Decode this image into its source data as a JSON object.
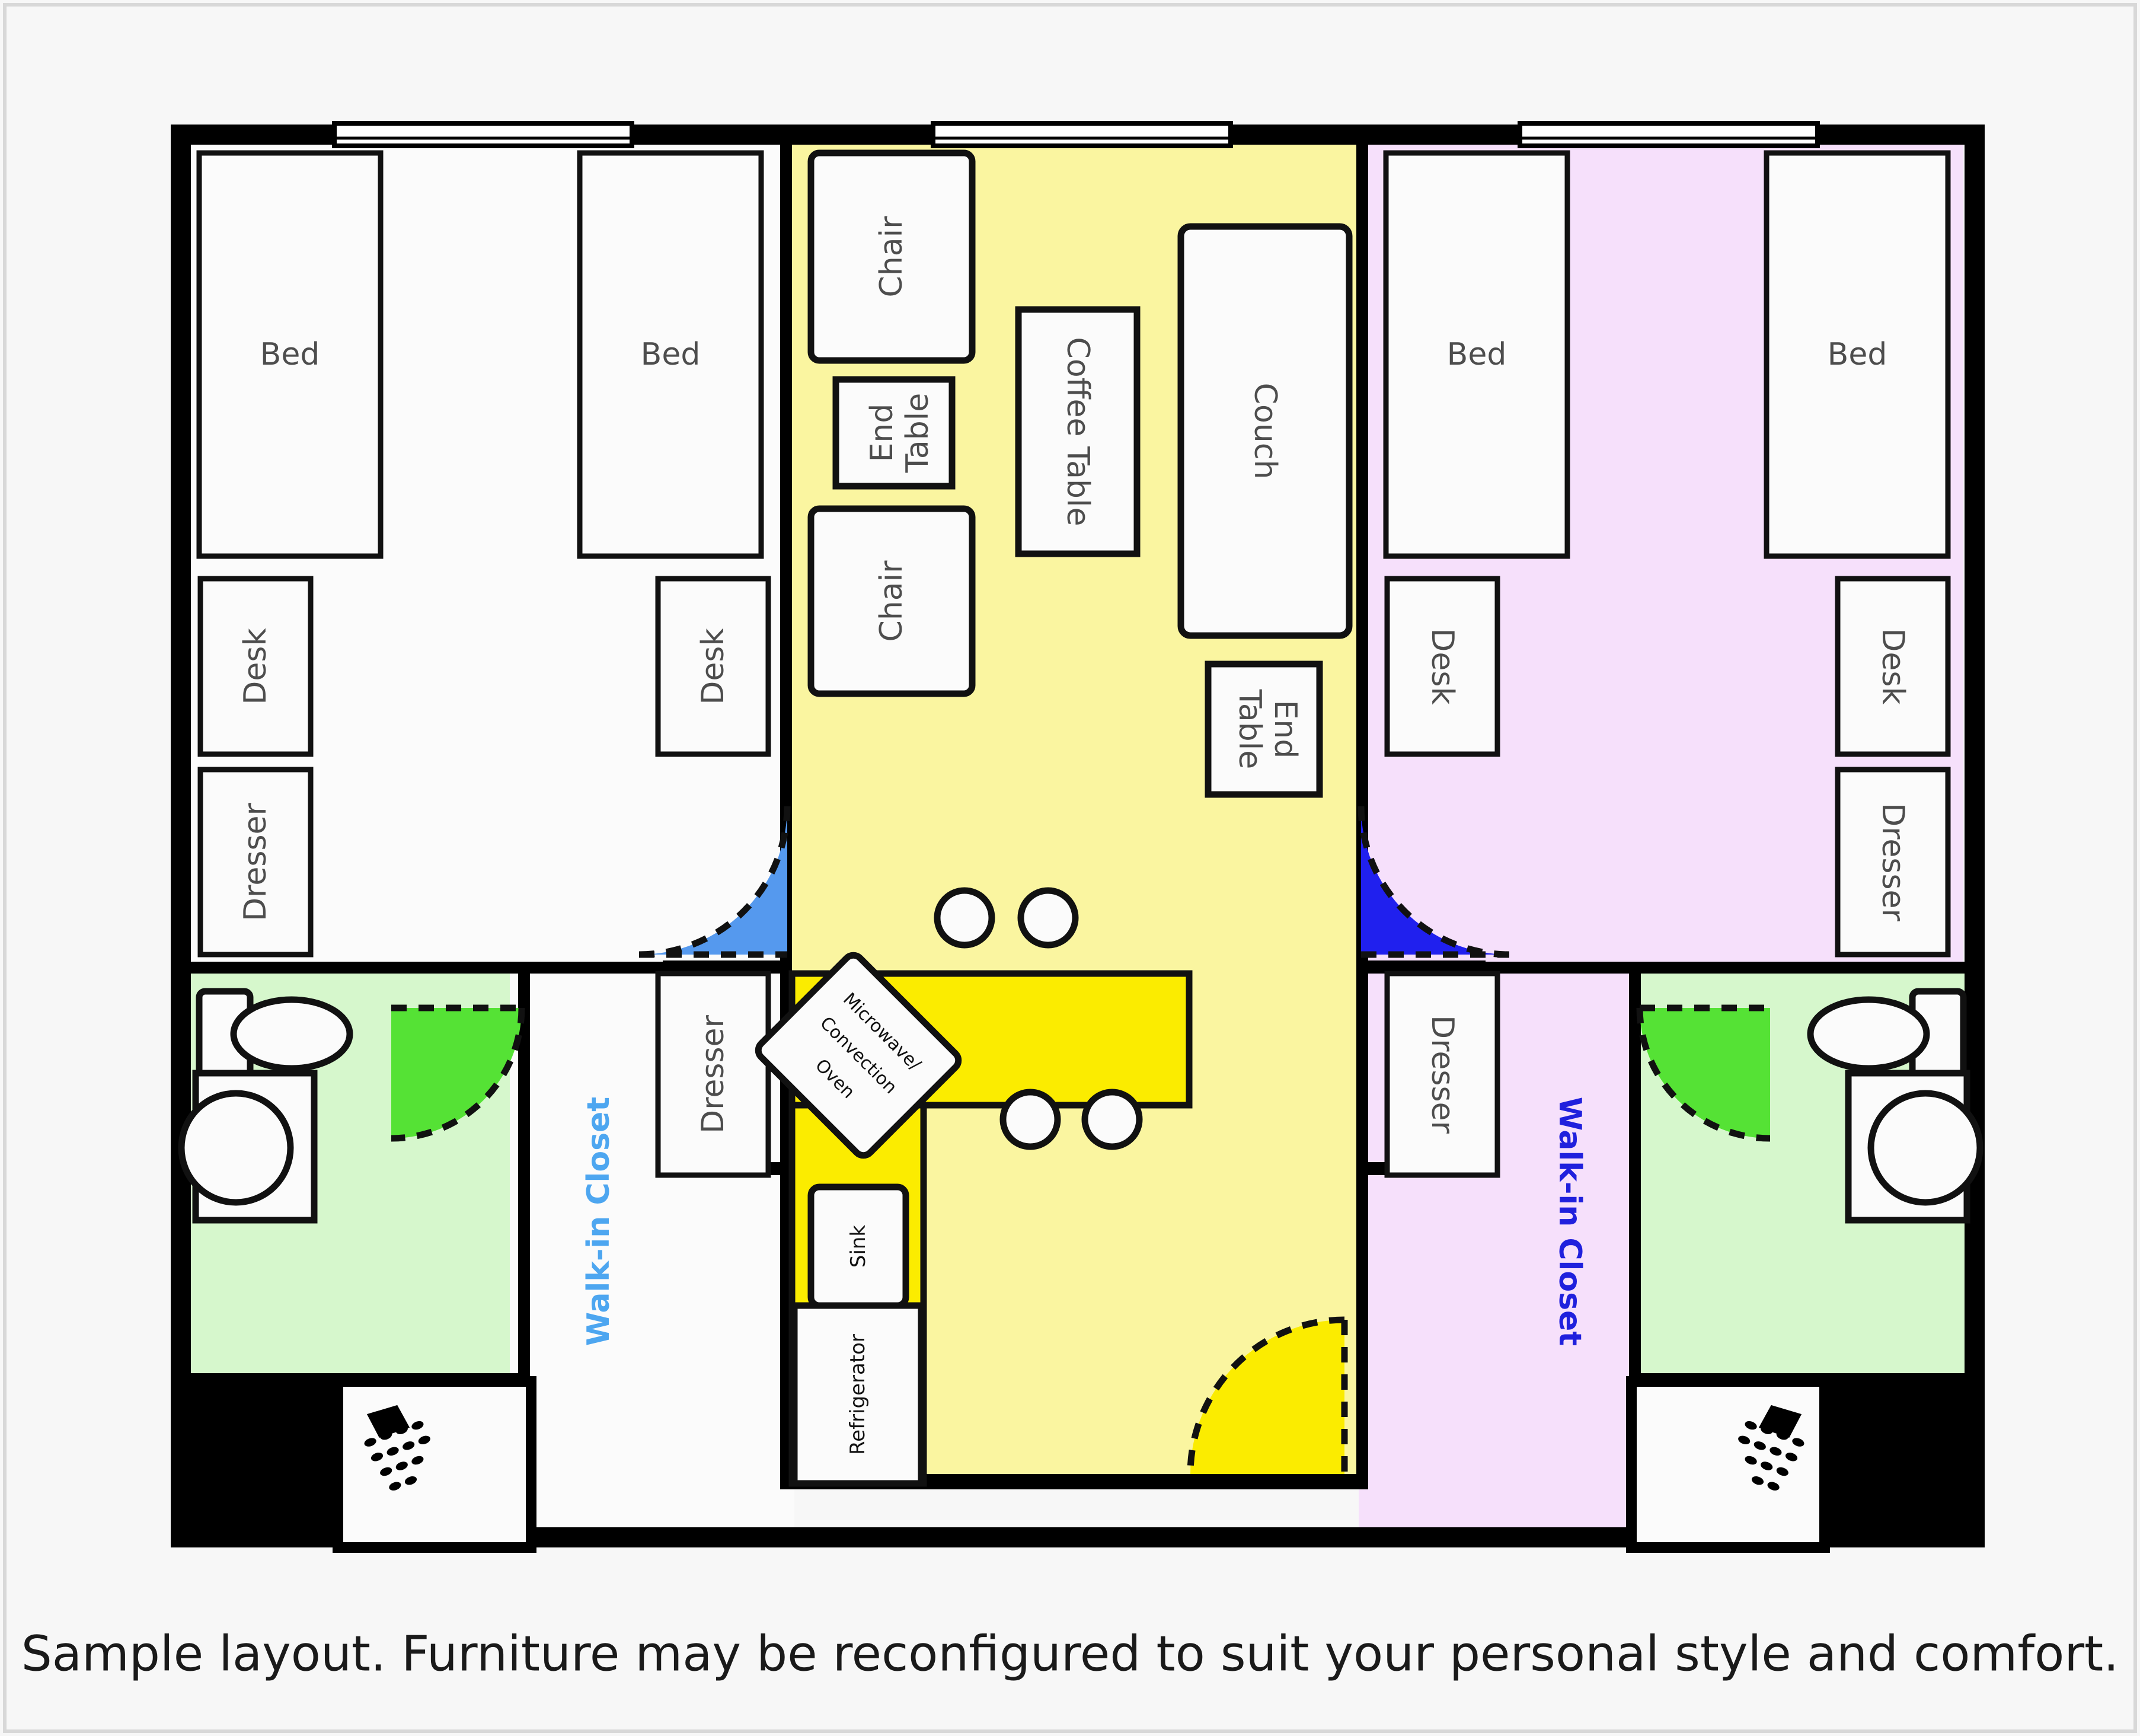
{
  "document": {
    "type": "floor-plan",
    "caption": "Sample layout. Furniture may be reconfigured to suit your personal style and comfort."
  },
  "colors": {
    "background": "#f7f7f7",
    "wall": "#000000",
    "living_kitchen_fill": "#faf5a0",
    "kitchen_counter_fill": "#fbec00",
    "bedroom_left_fill": "#fbfbfb",
    "bedroom_right_fill": "#f6e0fb",
    "bathroom_fill": "#d6f7cc",
    "bathroom_door_swing": "#55e235",
    "door_swing_blue_light": "#5599ee",
    "door_swing_blue_dark": "#2020ee",
    "door_swing_yellow": "#fbec00",
    "closet_label_left": "#4da6f0",
    "closet_label_right": "#2020dd",
    "furniture_fill": "#fbfbfb",
    "furniture_stroke": "#111111",
    "label_text": "#4d4d4d"
  },
  "rooms": {
    "bedroom_left": {
      "name": "Bedroom Left",
      "furniture": [
        {
          "label": "Bed",
          "rotation": 0
        },
        {
          "label": "Bed",
          "rotation": 0
        },
        {
          "label": "Desk",
          "rotation": -90
        },
        {
          "label": "Desk",
          "rotation": -90
        },
        {
          "label": "Dresser",
          "rotation": -90
        },
        {
          "label": "Dresser",
          "rotation": -90
        }
      ]
    },
    "bedroom_right": {
      "name": "Bedroom Right",
      "furniture": [
        {
          "label": "Bed",
          "rotation": 0
        },
        {
          "label": "Bed",
          "rotation": 0
        },
        {
          "label": "Desk",
          "rotation": 90
        },
        {
          "label": "Desk",
          "rotation": 90
        },
        {
          "label": "Dresser",
          "rotation": 90
        },
        {
          "label": "Dresser",
          "rotation": 90
        }
      ]
    },
    "living_kitchen": {
      "name": "Living Room / Kitchen",
      "furniture": [
        {
          "label": "Chair",
          "rotation": -90
        },
        {
          "label": "End Table",
          "rotation": -90
        },
        {
          "label": "Chair",
          "rotation": -90
        },
        {
          "label": "Coffee Table",
          "rotation": 90
        },
        {
          "label": "Couch",
          "rotation": 90
        },
        {
          "label": "End Table",
          "rotation": 90
        },
        {
          "label": "Microwave/Convection Oven",
          "rotation": 45
        },
        {
          "label": "Sink",
          "rotation": -90
        },
        {
          "label": "Refrigerator",
          "rotation": -90
        }
      ],
      "bar_stools": 4
    },
    "closets": {
      "left_label": "Walk-in Closet",
      "right_label": "Walk-in Closet"
    },
    "bathroom_left": {
      "name": "Bathroom Left",
      "fixtures": [
        "sink-basin",
        "sink-counter",
        "toilet",
        "shower"
      ]
    },
    "bathroom_right": {
      "name": "Bathroom Right",
      "fixtures": [
        "sink-basin",
        "sink-counter",
        "toilet",
        "shower"
      ]
    }
  },
  "labels": {
    "bed": "Bed",
    "desk": "Desk",
    "dresser": "Dresser",
    "chair": "Chair",
    "end_table_line1": "End",
    "end_table_line2": "Table",
    "coffee_table": "Coffee Table",
    "couch": "Couch",
    "microwave_line1": "Microwave/",
    "microwave_line2": "Convection",
    "microwave_line3": "Oven",
    "sink": "Sink",
    "refrigerator": "Refrigerator",
    "walk_in_closet": "Walk-in Closet"
  },
  "windows": {
    "count": 3,
    "icon": "window-icon"
  },
  "door_swings": [
    {
      "name": "closet-door-left",
      "color": "#5599ee"
    },
    {
      "name": "closet-door-right",
      "color": "#2020ee"
    },
    {
      "name": "bathroom-door-left",
      "color": "#55e235"
    },
    {
      "name": "bathroom-door-right",
      "color": "#55e235"
    },
    {
      "name": "entry-door",
      "color": "#fbec00"
    }
  ]
}
